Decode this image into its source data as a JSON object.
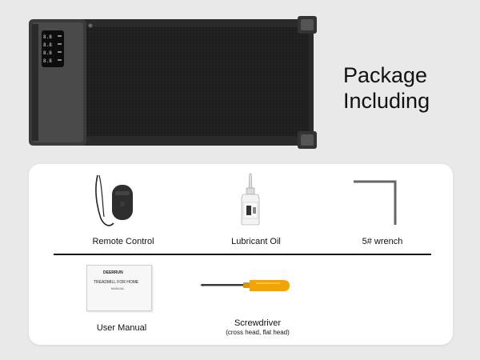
{
  "headline": {
    "line1": "Package",
    "line2": "Including"
  },
  "items": [
    {
      "label": "Remote Control",
      "icon": "remote-control-icon"
    },
    {
      "label": "Lubricant Oil",
      "icon": "lubricant-oil-bottle-icon"
    },
    {
      "label": "5# wrench",
      "icon": "hex-wrench-icon"
    },
    {
      "label": "User Manual",
      "icon": "user-manual-icon"
    },
    {
      "label": "Screwdriver",
      "sublabel": "(cross head, flat head)",
      "icon": "screwdriver-icon"
    }
  ],
  "manual": {
    "brand": "DEERRUN",
    "title": "TREADMILL FOR HOME",
    "subtitle": "MANUAL"
  },
  "colors": {
    "background": "#e9e9e9",
    "card": "#ffffff",
    "treadmill_body": "#2b2b2b",
    "belt": "#1c1c1c",
    "screwdriver_handle": "#f5a300"
  }
}
